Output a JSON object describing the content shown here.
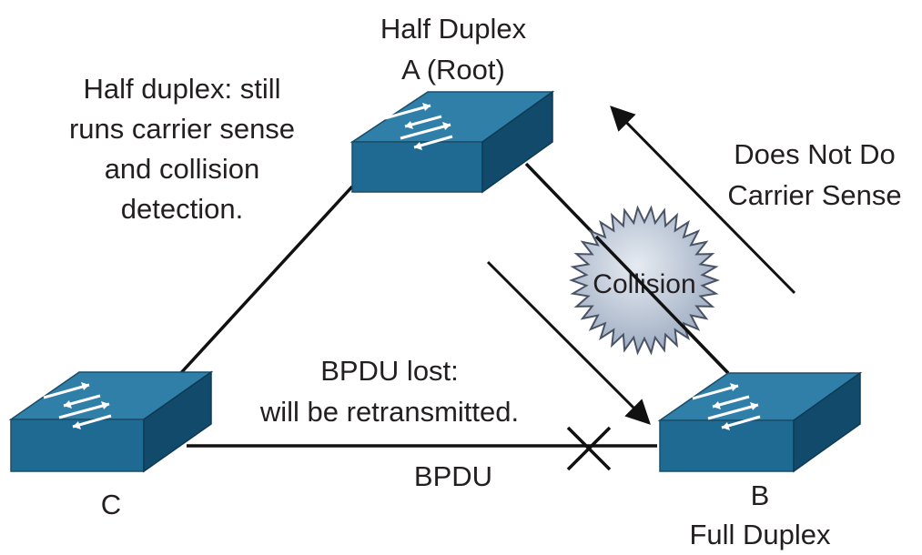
{
  "switches": {
    "a": {
      "label_line1": "Half Duplex",
      "label_line2": "A (Root)"
    },
    "b": {
      "label_line1": "B",
      "label_line2": "Full Duplex"
    },
    "c": {
      "label": "C"
    }
  },
  "notes": {
    "half_duplex": [
      "Half duplex: still",
      "runs carrier sense",
      "and collision",
      "detection."
    ],
    "no_carrier_sense": [
      "Does Not Do",
      "Carrier Sense"
    ],
    "bpdu_lost": [
      "BPDU lost:",
      "will be retransmitted."
    ],
    "bpdu": "BPDU",
    "collision": "Collision"
  },
  "colors": {
    "switch_top": "#2f7fa8",
    "switch_front": "#1f6a93",
    "switch_side": "#124a6b",
    "collision_fill": "#b8c3d3"
  }
}
